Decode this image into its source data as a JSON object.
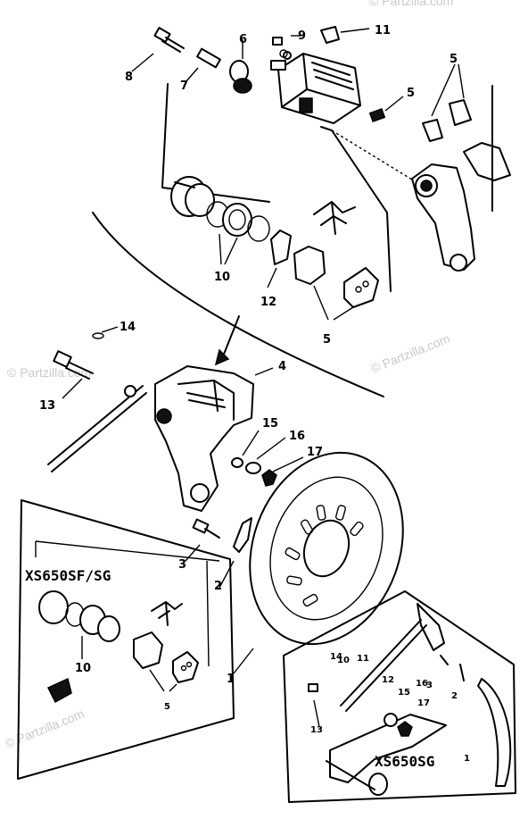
{
  "watermarks": [
    "© Partzilla.com",
    "© Partzilla.com",
    "© Partzilla.com",
    "© Partzilla.com"
  ],
  "part_labels": [
    "1",
    "2",
    "3",
    "4",
    "5",
    "5",
    "5",
    "6",
    "7",
    "8",
    "9",
    "10",
    "10",
    "11",
    "12",
    "13",
    "14",
    "15",
    "16",
    "17",
    "1",
    "2",
    "3",
    "5",
    "10",
    "11",
    "12",
    "13",
    "14",
    "15",
    "16",
    "17"
  ],
  "models": {
    "inset_left": "XS650SF/SG",
    "inset_right": "XS650SG"
  }
}
